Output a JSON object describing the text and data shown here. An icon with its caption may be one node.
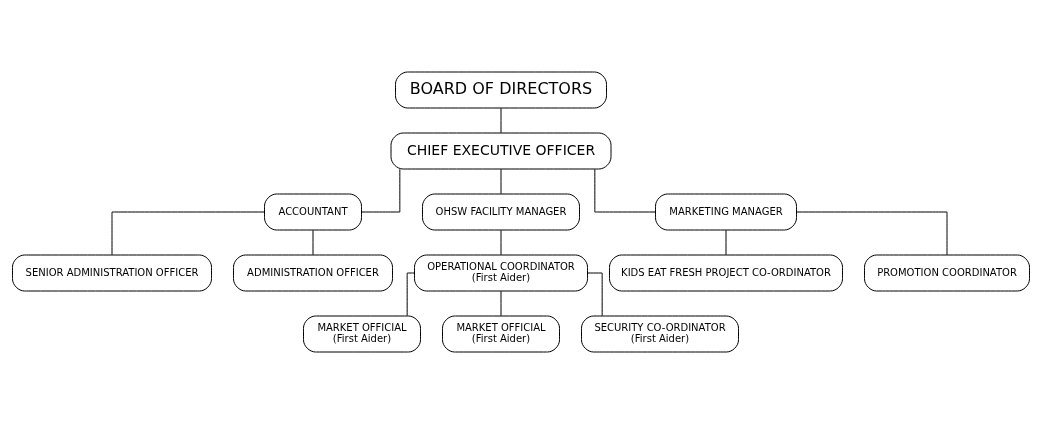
{
  "diagram": {
    "nodes": [
      {
        "text": [
          "BOARD OF DIRECTORS"
        ]
      },
      {
        "text": [
          "CHIEF EXECUTIVE OFFICER"
        ]
      },
      {
        "text": [
          "ACCOUNTANT"
        ]
      },
      {
        "text": [
          "OHSW FACILITY MANAGER"
        ]
      },
      {
        "text": [
          "MARKETING MANAGER"
        ]
      },
      {
        "text": [
          "SENIOR ADMINISTRATION OFFICER"
        ]
      },
      {
        "text": [
          "ADMINISTRATION OFFICER"
        ]
      },
      {
        "text": [
          "OPERATIONAL COORDINATOR",
          "(First Aider)"
        ]
      },
      {
        "text": [
          "KIDS EAT FRESH PROJECT CO-ORDINATOR"
        ]
      },
      {
        "text": [
          "PROMOTION COORDINATOR"
        ]
      },
      {
        "text": [
          "MARKET OFFICIAL",
          "(First Aider)"
        ]
      },
      {
        "text": [
          "MARKET OFFICIAL",
          "(First Aider)"
        ]
      },
      {
        "text": [
          "SECURITY CO-ORDINATOR",
          "(First Aider)"
        ]
      }
    ],
    "edges": [
      {
        "from": 0,
        "to": 1,
        "arrow": "none"
      },
      {
        "from": 1,
        "to": 2,
        "arrow": "none"
      },
      {
        "from": 1,
        "to": 3,
        "arrow": "none"
      },
      {
        "from": 1,
        "to": 4,
        "arrow": "none"
      },
      {
        "from": 2,
        "to": 5,
        "arrow": "none"
      },
      {
        "from": 2,
        "to": 6,
        "arrow": "none"
      },
      {
        "from": 3,
        "to": 7,
        "arrow": "none"
      },
      {
        "from": 4,
        "to": 8,
        "arrow": "none"
      },
      {
        "from": 4,
        "to": 9,
        "arrow": "none"
      },
      {
        "from": 7,
        "to": 10,
        "arrow": "none"
      },
      {
        "from": 7,
        "to": 11,
        "arrow": "none"
      },
      {
        "from": 7,
        "to": 12,
        "arrow": "none"
      }
    ]
  }
}
